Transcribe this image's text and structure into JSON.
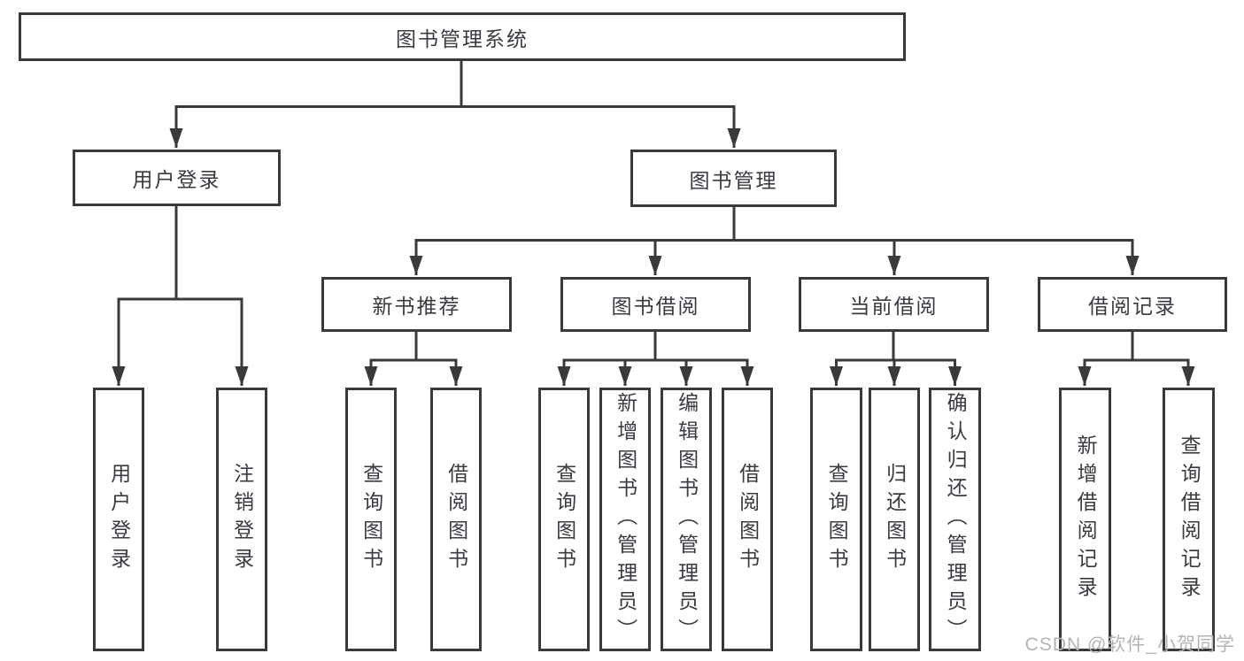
{
  "diagram_title": "图书管理系统",
  "tree": {
    "root": {
      "label": "图书管理系统"
    },
    "children": [
      {
        "label": "用户登录",
        "children": [
          {
            "label": "用户登录"
          },
          {
            "label": "注销登录"
          }
        ]
      },
      {
        "label": "图书管理",
        "children": [
          {
            "label": "新书推荐",
            "children": [
              {
                "label": "查询图书"
              },
              {
                "label": "借阅图书"
              }
            ]
          },
          {
            "label": "图书借阅",
            "children": [
              {
                "label": "查询图书"
              },
              {
                "label": "新增图书（管理员）"
              },
              {
                "label": "编辑图书（管理员）"
              },
              {
                "label": "借阅图书"
              }
            ]
          },
          {
            "label": "当前借阅",
            "children": [
              {
                "label": "查询图书"
              },
              {
                "label": "归还图书"
              },
              {
                "label": "确认归还（管理员）"
              }
            ]
          },
          {
            "label": "借阅记录",
            "children": [
              {
                "label": "新增借阅记录"
              },
              {
                "label": "查询借阅记录"
              }
            ]
          }
        ]
      }
    ]
  },
  "watermark": {
    "text": "CSDN @软件_小贺同学"
  },
  "colors": {
    "line": "#3a3a3a",
    "text": "#383c42",
    "box_background": "#ffffff",
    "page_background": "#ffffff",
    "watermark": "#b4b4b4"
  }
}
